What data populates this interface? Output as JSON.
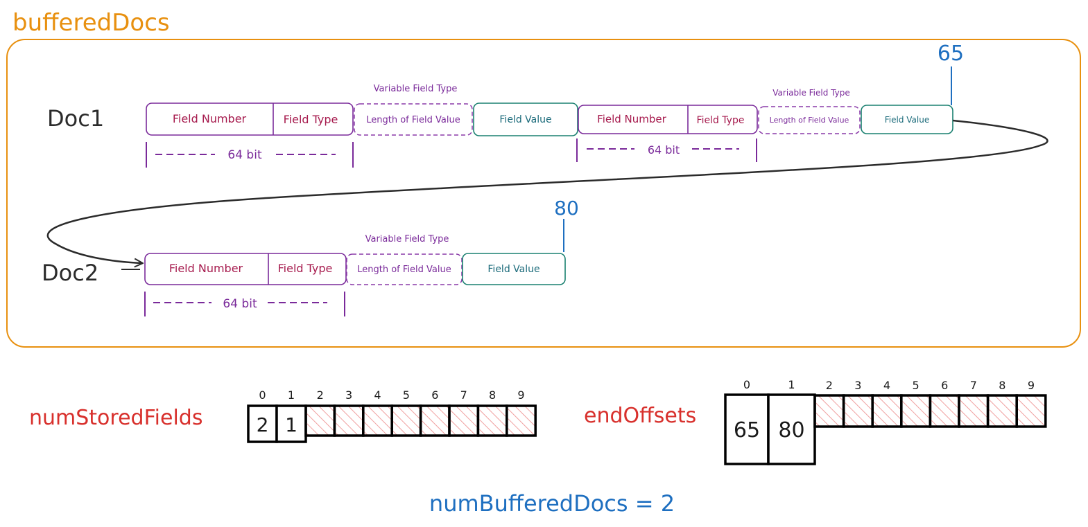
{
  "title": "bufferedDocs",
  "colors": {
    "container": "#e8900f",
    "field_number": "#a61a4d",
    "field_box": "#7a2a9a",
    "dashed": "#8a3aa8",
    "value": "#1a8070",
    "value_text": "#1a6a7a",
    "label_dark": "#2b2b2b",
    "offset_blue": "#1e6fc0",
    "array_label": "#d8302c",
    "hatch": "#f0a0a0"
  },
  "doc1": {
    "label": "Doc1",
    "field1": {
      "field_number": "Field Number",
      "field_type": "Field Type",
      "bits": "64 bit",
      "var_caption": "Variable Field Type",
      "length": "Length of Field Value",
      "value": "Field Value"
    },
    "field2": {
      "field_number": "Field Number",
      "field_type": "Field Type",
      "bits": "64 bit",
      "var_caption": "Variable Field Type",
      "length": "Length of Field Value",
      "value": "Field Value"
    },
    "end_offset": "65"
  },
  "doc2": {
    "label": "Doc2",
    "field1": {
      "field_number": "Field Number",
      "field_type": "Field Type",
      "bits": "64 bit",
      "var_caption": "Variable Field Type",
      "length": "Length of Field Value",
      "value": "Field Value"
    },
    "end_offset": "80"
  },
  "num_stored_fields": {
    "label": "numStoredFields",
    "indices": [
      "0",
      "1",
      "2",
      "3",
      "4",
      "5",
      "6",
      "7",
      "8",
      "9"
    ],
    "values": [
      "2",
      "1"
    ]
  },
  "end_offsets": {
    "label": "endOffsets",
    "indices": [
      "0",
      "1",
      "2",
      "3",
      "4",
      "5",
      "6",
      "7",
      "8",
      "9"
    ],
    "values": [
      "65",
      "80"
    ]
  },
  "footer": "numBufferedDocs = 2"
}
